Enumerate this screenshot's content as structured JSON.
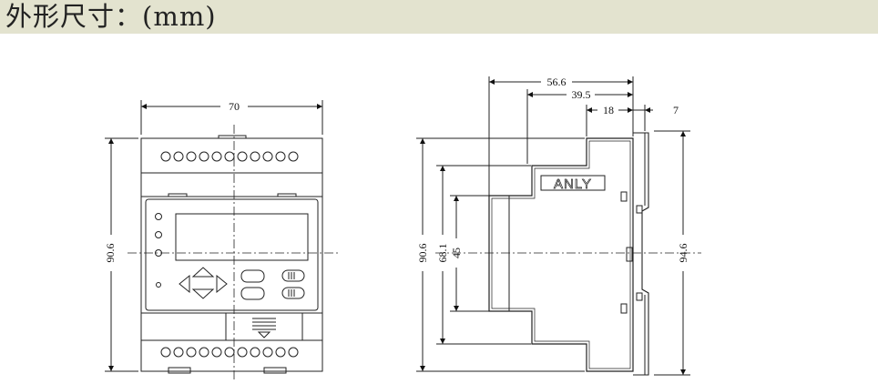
{
  "header": {
    "title": "外形尺寸：(mm)"
  },
  "front_view": {
    "dims": {
      "width": "70",
      "height": "90.6"
    }
  },
  "side_view": {
    "dims": {
      "depth_total": "56.6",
      "depth_mid": "39.5",
      "depth_front": "18",
      "rail_depth": "7",
      "height_total": "90.6",
      "height_mid": "68.1",
      "height_inner": "45",
      "height_right": "94.6"
    },
    "logo": "ANLY"
  },
  "colors": {
    "header_bg": "#e3e3cf",
    "line": "#222222"
  }
}
